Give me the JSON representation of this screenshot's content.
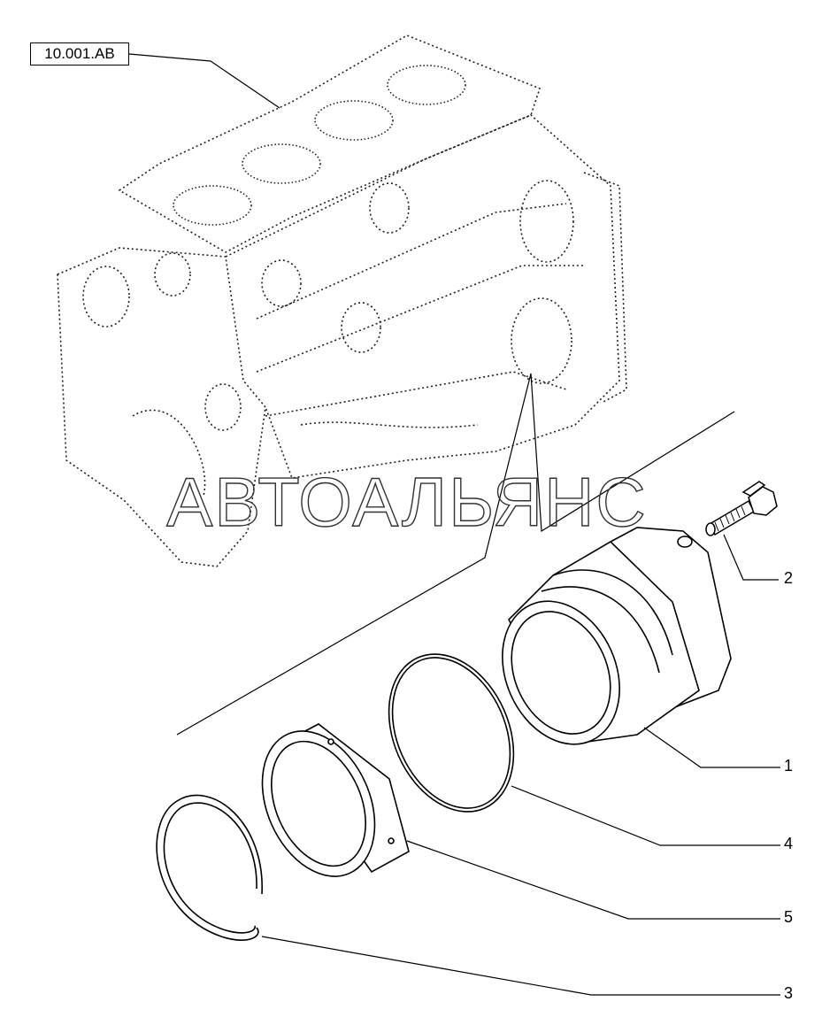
{
  "reference_label": "10.001.AB",
  "watermark": "АВТОАЛЬЯНС",
  "callouts": [
    "2",
    "1",
    "4",
    "5",
    "3"
  ],
  "stroke_color": "#000000",
  "background_color": "#ffffff"
}
